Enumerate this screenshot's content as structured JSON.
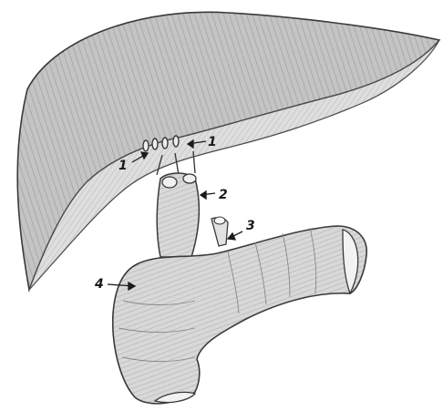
{
  "labels": {
    "l1_left": "1",
    "l1_right": "1",
    "l2": "2",
    "l3": "3",
    "l4": "4"
  },
  "colors": {
    "paper": "#ffffff",
    "pencil_dark": "#3a3a3a",
    "pencil_mid": "#7a7a7a",
    "shade_liver_top": "#b9b9b9",
    "shade_liver_under": "#d6d6d6",
    "shade_organ": "#cfcfcf"
  }
}
